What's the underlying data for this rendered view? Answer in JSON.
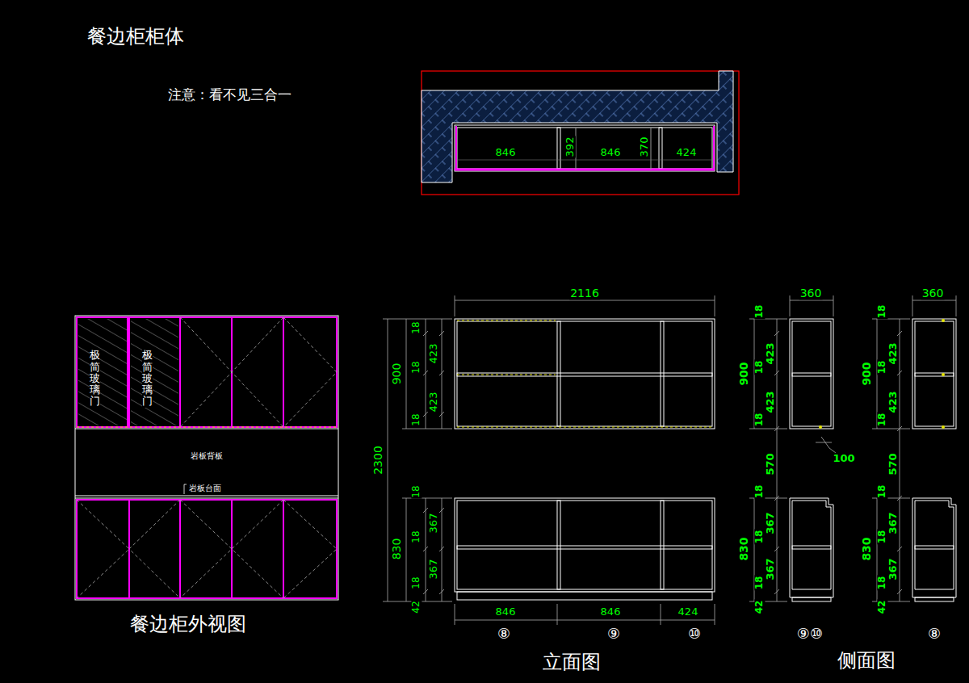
{
  "diagram": {
    "title": "餐边柜柜体",
    "nodes": [
      {
        "text": [
          "极简玻璃门"
        ]
      },
      {
        "text": [
          "极简玻璃门"
        ]
      },
      {
        "text": [
          "岩板背板"
        ]
      }
    ],
    "labels": [
      "注意：看不见三合一",
      "846",
      "392",
      "846",
      "370",
      "424",
      "岩板台面",
      "餐边柜外视图",
      "2116",
      "18",
      "423",
      "18",
      "423",
      "18",
      "900",
      "2300",
      "18",
      "367",
      "18",
      "367",
      "18",
      "830",
      "42",
      "846",
      "846",
      "424",
      "⑧",
      "⑨",
      "⑩",
      "立面图",
      "360",
      "18",
      "423",
      "18",
      "423",
      "18",
      "900",
      "570",
      "100",
      "18",
      "367",
      "18",
      "367",
      "18",
      "830",
      "42",
      "⑨⑩",
      "360",
      "18",
      "423",
      "18",
      "423",
      "18",
      "900",
      "570",
      "18",
      "367",
      "18",
      "367",
      "18",
      "830",
      "42",
      "⑧",
      "侧面图"
    ]
  }
}
